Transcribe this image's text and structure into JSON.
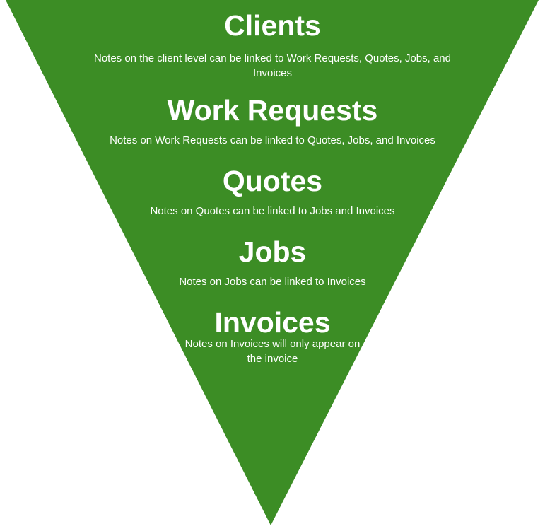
{
  "diagram": {
    "type": "inverted-funnel",
    "background_color": "#ffffff",
    "triangle_color": "#3c8d25",
    "text_color": "#ffffff",
    "levels": [
      {
        "title": "Clients",
        "note": "Notes on the client level can be linked to Work Requests, Quotes, Jobs, and Invoices"
      },
      {
        "title": "Work Requests",
        "note": "Notes on Work Requests can be linked to Quotes, Jobs, and Invoices"
      },
      {
        "title": "Quotes",
        "note": "Notes on Quotes can be linked to Jobs and Invoices"
      },
      {
        "title": "Jobs",
        "note": "Notes on Jobs can be linked to Invoices"
      },
      {
        "title": "Invoices",
        "note": "Notes on Invoices will only appear on the invoice"
      }
    ]
  }
}
